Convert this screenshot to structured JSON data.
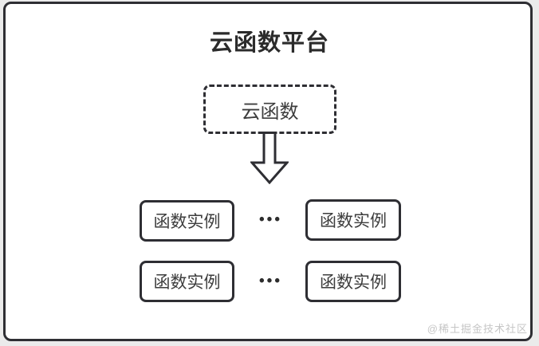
{
  "diagram": {
    "title": "云函数平台",
    "source_node": {
      "label": "云函数"
    },
    "arrow": {
      "direction": "down",
      "style": "hollow-outline"
    },
    "instance_rows": [
      {
        "left": "函数实例",
        "ellipsis": "•••",
        "right": "函数实例"
      },
      {
        "left": "函数实例",
        "ellipsis": "•••",
        "right": "函数实例"
      }
    ],
    "watermark": "@稀土掘金技术社区",
    "colors": {
      "frame_border": "#2e2e33",
      "node_border": "#2e2e33",
      "title_text": "#2b2b2b",
      "node_text": "#3d3d3d",
      "background": "#ffffff",
      "outer_background": "#ebebeb",
      "watermark_text": "#c6c6c6"
    }
  }
}
